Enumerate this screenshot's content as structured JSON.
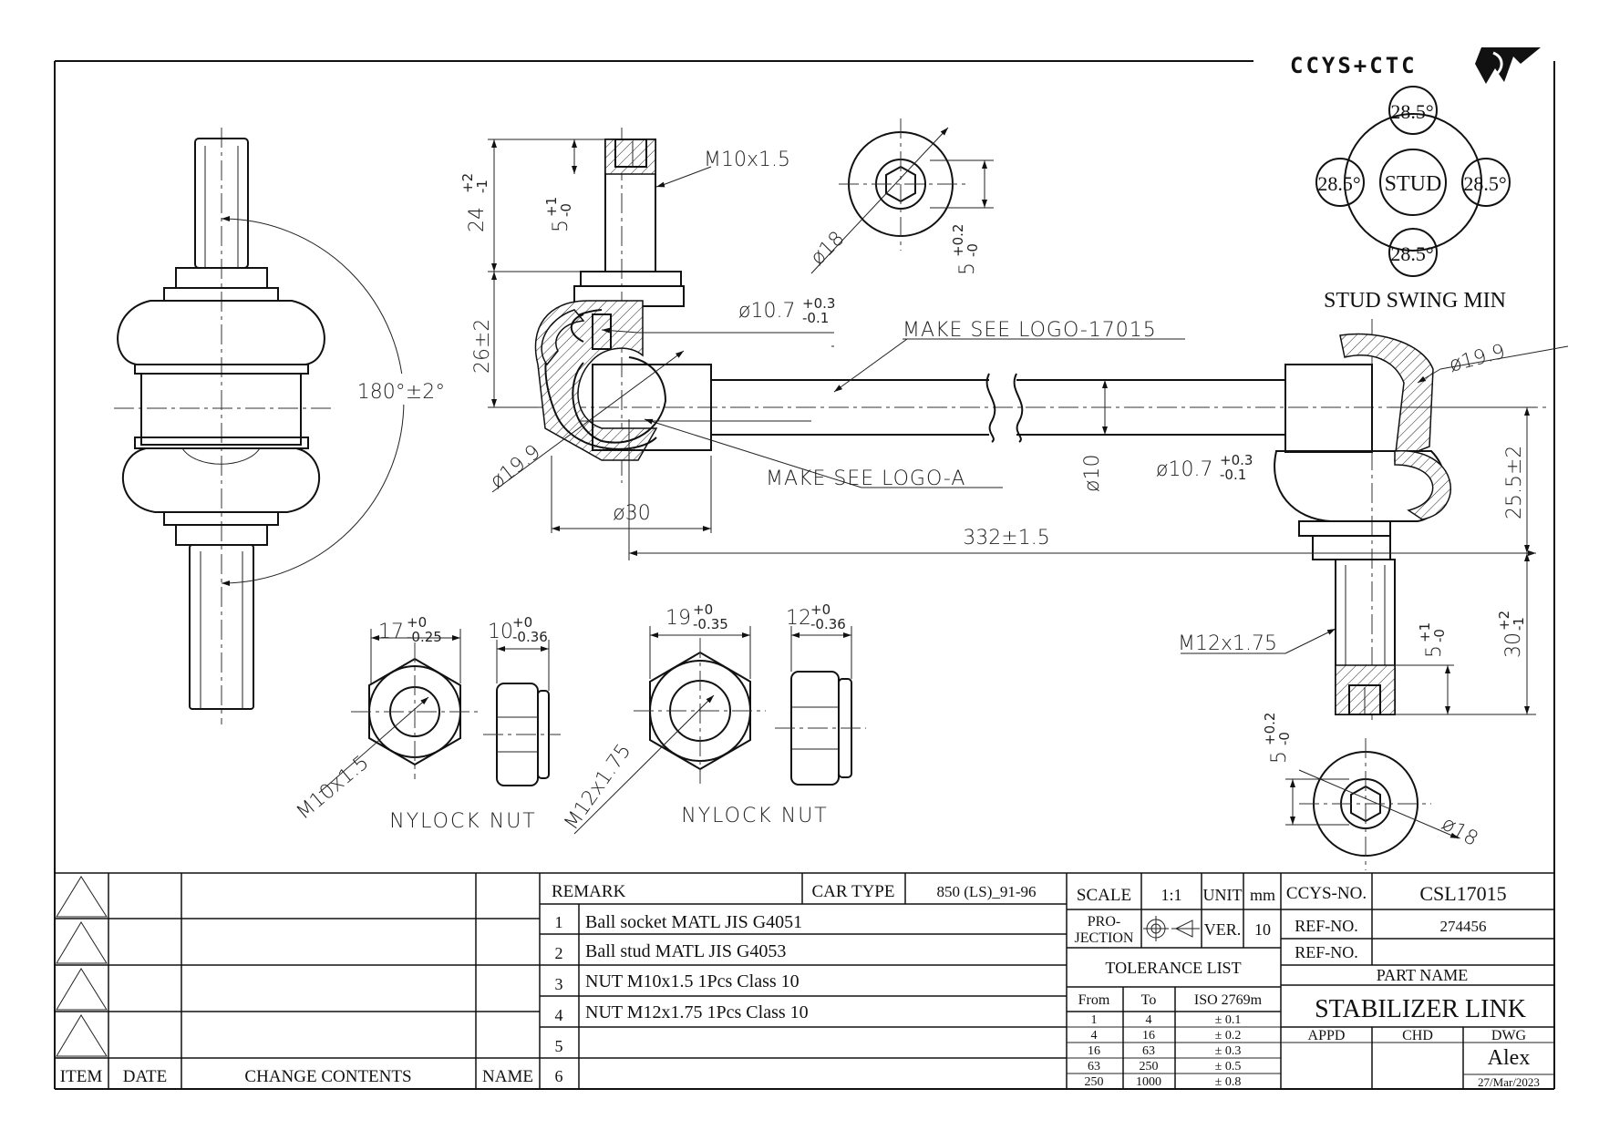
{
  "logo": {
    "text": "CCYS+CTC",
    "colors": {
      "ink": "#111111"
    }
  },
  "swing": {
    "center": "STUD",
    "angles": [
      "28.5°",
      "28.5°",
      "28.5°",
      "28.5°"
    ],
    "caption": "STUD SWING MIN"
  },
  "dims": {
    "swing_angle": "180°±2°",
    "top_thread": "M10x1.5",
    "top_len": "24",
    "top_len_tol_up": "+2",
    "top_len_tol_lo": "-1",
    "hex_depth": "5",
    "hex_depth_tol_up": "+1",
    "hex_depth_tol_lo": "-0",
    "stud_height": "26±2",
    "bore_top": "ø10.7",
    "bore_top_tol_up": "+0.3",
    "bore_top_tol_lo": "-0.1",
    "ball_dia_left": "ø19.9",
    "socket_dia": "ø30",
    "end_dia_top": "ø18",
    "end_depth_top": "5",
    "end_depth_top_tol_up": "+0.2",
    "end_depth_top_tol_lo": "-0",
    "make_logo": "MAKE SEE LOGO-17015",
    "make_logo_a": "MAKE SEE LOGO-A",
    "rod_dia": "ø10",
    "bore_right": "ø10.7",
    "bore_right_tol_up": "+0.3",
    "bore_right_tol_lo": "-0.1",
    "ball_dia_right": "ø19.9",
    "right_height": "25.5±2",
    "overall_length": "332±1.5",
    "bottom_thread": "M12x1.75",
    "bottom_hex_depth": "5",
    "bottom_hex_depth_tol_up": "+1",
    "bottom_hex_depth_tol_lo": "-0",
    "bottom_len": "30",
    "bottom_len_tol_up": "+2",
    "bottom_len_tol_lo": "-1",
    "end_depth_bot": "5",
    "end_depth_bot_tol_up": "+0.2",
    "end_depth_bot_tol_lo": "-0",
    "end_dia_bot": "ø18"
  },
  "nuts": [
    {
      "thread": "M10x1.5",
      "af": "17",
      "af_tol_up": "+0",
      "af_tol_lo": "-0.25",
      "h": "10",
      "h_tol_up": "+0",
      "h_tol_lo": "-0.36",
      "caption": "NYLOCK NUT"
    },
    {
      "thread": "M12x1.75",
      "af": "19",
      "af_tol_up": "+0",
      "af_tol_lo": "-0.35",
      "h": "12",
      "h_tol_up": "+0",
      "h_tol_lo": "-0.36",
      "caption": "NYLOCK NUT"
    }
  ],
  "revisions": {
    "headers": {
      "item": "ITEM",
      "date": "DATE",
      "change": "CHANGE CONTENTS",
      "name": "NAME"
    }
  },
  "remark": {
    "header": "REMARK",
    "car_type_label": "CAR TYPE",
    "car_type": "850 (LS)_91-96",
    "rows": [
      {
        "no": "1",
        "text": "Ball socket MATL JIS G4051"
      },
      {
        "no": "2",
        "text": "Ball stud MATL JIS G4053"
      },
      {
        "no": "3",
        "text": "NUT M10x1.5 1Pcs Class 10"
      },
      {
        "no": "4",
        "text": "NUT M12x1.75 1Pcs Class 10"
      },
      {
        "no": "5",
        "text": ""
      },
      {
        "no": "6",
        "text": ""
      }
    ]
  },
  "spec": {
    "scale_label": "SCALE",
    "scale": "1:1",
    "unit_label": "UNIT",
    "unit": "mm",
    "projection_label_1": "PRO-",
    "projection_label_2": "JECTION",
    "ver_label": "VER.",
    "ver": "10",
    "tolerance_title": "TOLERANCE LIST",
    "tol_headers": {
      "from": "From",
      "to": "To",
      "iso": "ISO 2769m"
    },
    "tol_rows": [
      {
        "from": "1",
        "to": "4",
        "tol": "± 0.1"
      },
      {
        "from": "4",
        "to": "16",
        "tol": "± 0.2"
      },
      {
        "from": "16",
        "to": "63",
        "tol": "± 0.3"
      },
      {
        "from": "63",
        "to": "250",
        "tol": "± 0.5"
      },
      {
        "from": "250",
        "to": "1000",
        "tol": "± 0.8"
      }
    ]
  },
  "title_block": {
    "ccys_label": "CCYS-NO.",
    "ccys_no": "CSL17015",
    "ref_label_1": "REF-NO.",
    "ref_no_1": "274456",
    "ref_label_2": "REF-NO.",
    "ref_no_2": "",
    "part_name_label": "PART NAME",
    "part_name": "STABILIZER LINK",
    "appd": "APPD",
    "chd": "CHD",
    "dwg": "DWG",
    "drawer": "Alex",
    "date": "27/Mar/2023"
  }
}
